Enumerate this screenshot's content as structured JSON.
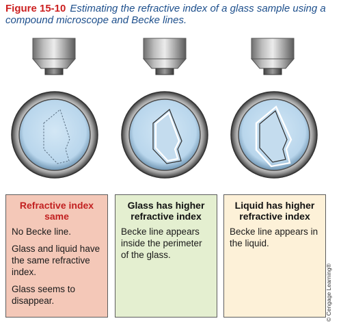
{
  "figure": {
    "label": "Figure 15-10",
    "caption": "Estimating the refractive index of a glass sample using a compound microscope and Becke lines."
  },
  "panels": [
    {
      "title": "Refractive index same",
      "paragraphs": [
        "No Becke line.",
        "Glass and liquid have the same refractive index.",
        "Glass seems to disappear."
      ]
    },
    {
      "title": "Glass has higher refractive index",
      "paragraphs": [
        "Becke line appears inside the perimeter of the glass."
      ]
    },
    {
      "title": "Liquid has higher refractive index",
      "paragraphs": [
        "Becke line appears in the liquid."
      ]
    }
  ],
  "credit": "© Cengage Learning®",
  "colors": {
    "caption_blue": "#1d4f8c",
    "figure_red": "#cc1f1f",
    "panel1_bg": "#f4c8b8",
    "panel2_bg": "#e4efd0",
    "panel3_bg": "#fdf1d8",
    "field_liquid": "#b9d6ec"
  }
}
